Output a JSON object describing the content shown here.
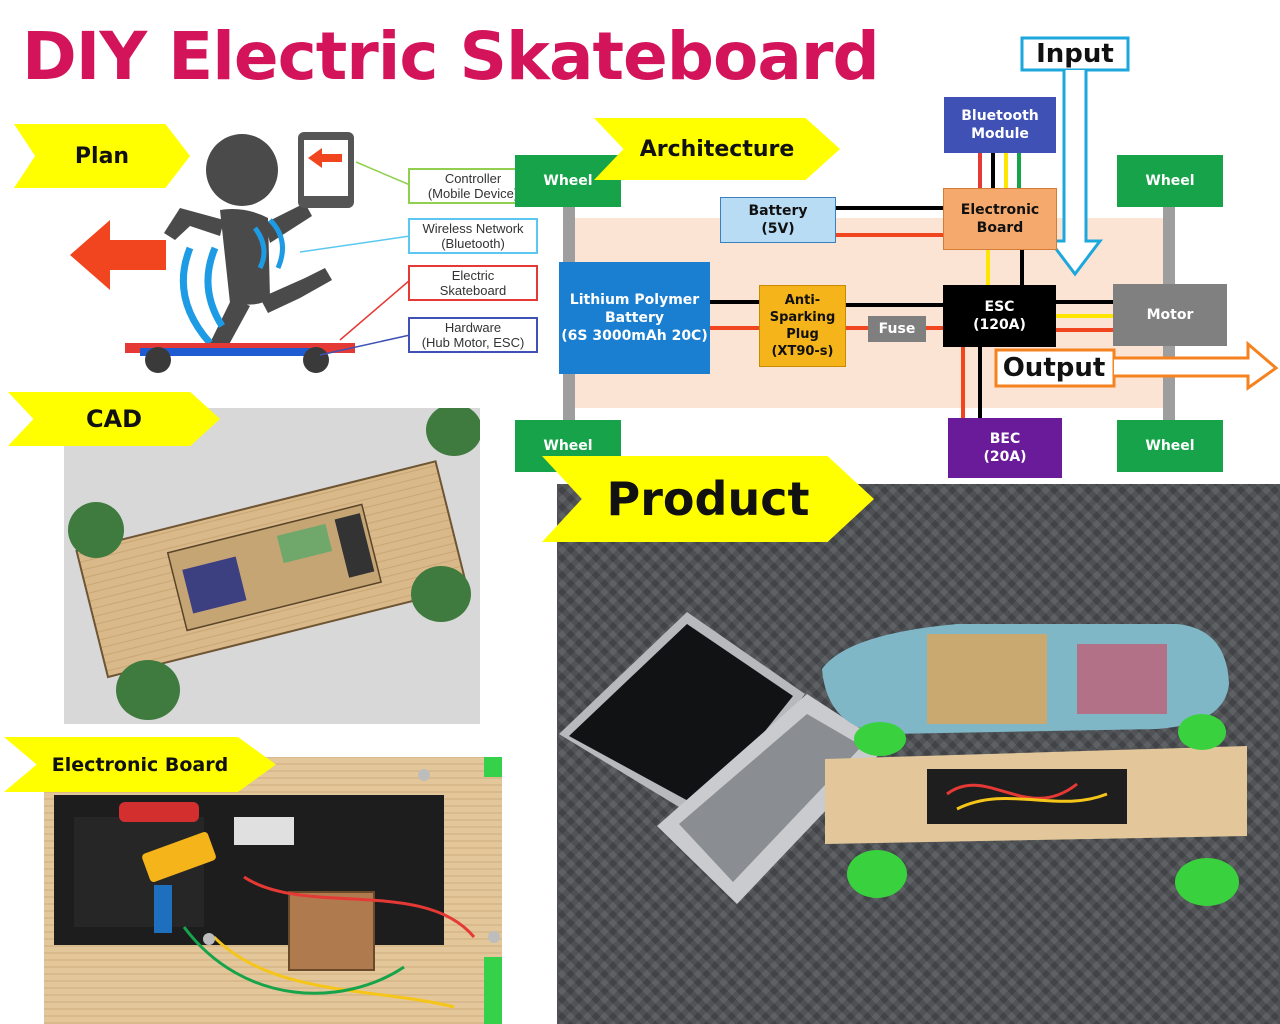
{
  "title": "DIY Electric Skateboard",
  "sections": {
    "plan": "Plan",
    "architecture": "Architecture",
    "cad": "CAD",
    "product": "Product",
    "electronic_board": "Electronic Board"
  },
  "plan_callouts": [
    {
      "text": "Controller\n(Mobile Device)",
      "color": "#8fd14f"
    },
    {
      "text": "Wireless Network\n(Bluetooth)",
      "color": "#5bc8f0"
    },
    {
      "text": "Electric\nSkateboard",
      "color": "#e53935"
    },
    {
      "text": "Hardware\n(Hub Motor, ESC)",
      "color": "#3f51b5"
    }
  ],
  "architecture": {
    "input": "Input",
    "output": "Output",
    "wheels": [
      "Wheel",
      "Wheel",
      "Wheel",
      "Wheel"
    ],
    "bluetooth": "Bluetooth\nModule",
    "battery5v": "Battery\n(5V)",
    "electronic_board": "Electronic\nBoard",
    "lipo": "Lithium Polymer\nBattery\n(6S 3000mAh 20C)",
    "anti_spark": "Anti-\nSparking\nPlug\n(XT90-s)",
    "fuse": "Fuse",
    "esc": "ESC\n(120A)",
    "motor": "Motor",
    "bec": "BEC\n(20A)"
  },
  "colors": {
    "title": "#d4145a",
    "section_arrow": "#ffff00",
    "wheel": "#17a34a",
    "bluetooth": "#3f51b5",
    "battery5v": "#b9dcf5",
    "electronic_board": "#f6a96c",
    "lipo": "#1a7fd0",
    "anti_spark": "#f5b41a",
    "fuse": "#7f7f7f",
    "esc": "#000000",
    "motor": "#808080",
    "bec": "#6a1b9a",
    "input_output_accent": "#1ca7dd",
    "output_accent": "#f5821f"
  }
}
